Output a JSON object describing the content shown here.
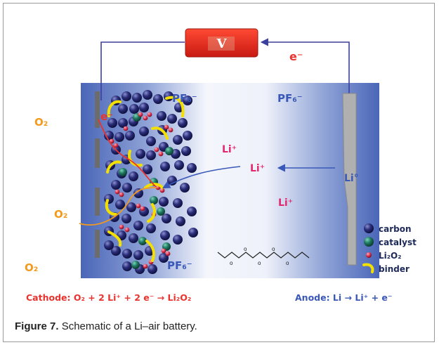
{
  "voltmeter": {
    "label": "V"
  },
  "electron_label_top": "e⁻",
  "electron_label_left": "e⁻",
  "electrolyte_ions": {
    "pf6_top_left": "PF₆⁻",
    "pf6_top_right": "PF₆⁻",
    "pf6_bottom": "PF₆⁻",
    "li_plus_1": "Li⁺",
    "li_plus_2": "Li⁺",
    "li_plus_3": "Li⁺"
  },
  "oxygen_labels": [
    "O₂",
    "O₂",
    "O₂"
  ],
  "anode_metal_label": "Li°",
  "legend": [
    {
      "label": "carbon",
      "color": "#1e1f55"
    },
    {
      "label": "catalyst",
      "color": "#1d6f5a"
    },
    {
      "label": "Li₂O₂",
      "color": "#c2203a"
    },
    {
      "label": "binder",
      "color": "#f4e000"
    }
  ],
  "equations": {
    "cathode": "Cathode:  O₂ + 2 Li⁺ + 2 e⁻ → Li₂O₂",
    "anode": "Anode:  Li  →  Li⁺ + e⁻"
  },
  "caption": {
    "figure_label": "Figure 7.",
    "text": "Schematic of a Li–air battery."
  },
  "colors": {
    "cathode": "#e8332f",
    "anode": "#3a58b8",
    "oxygen": "#f39a1d",
    "lithium_ion": "#e2276f",
    "wire": "#3b3f9e"
  }
}
